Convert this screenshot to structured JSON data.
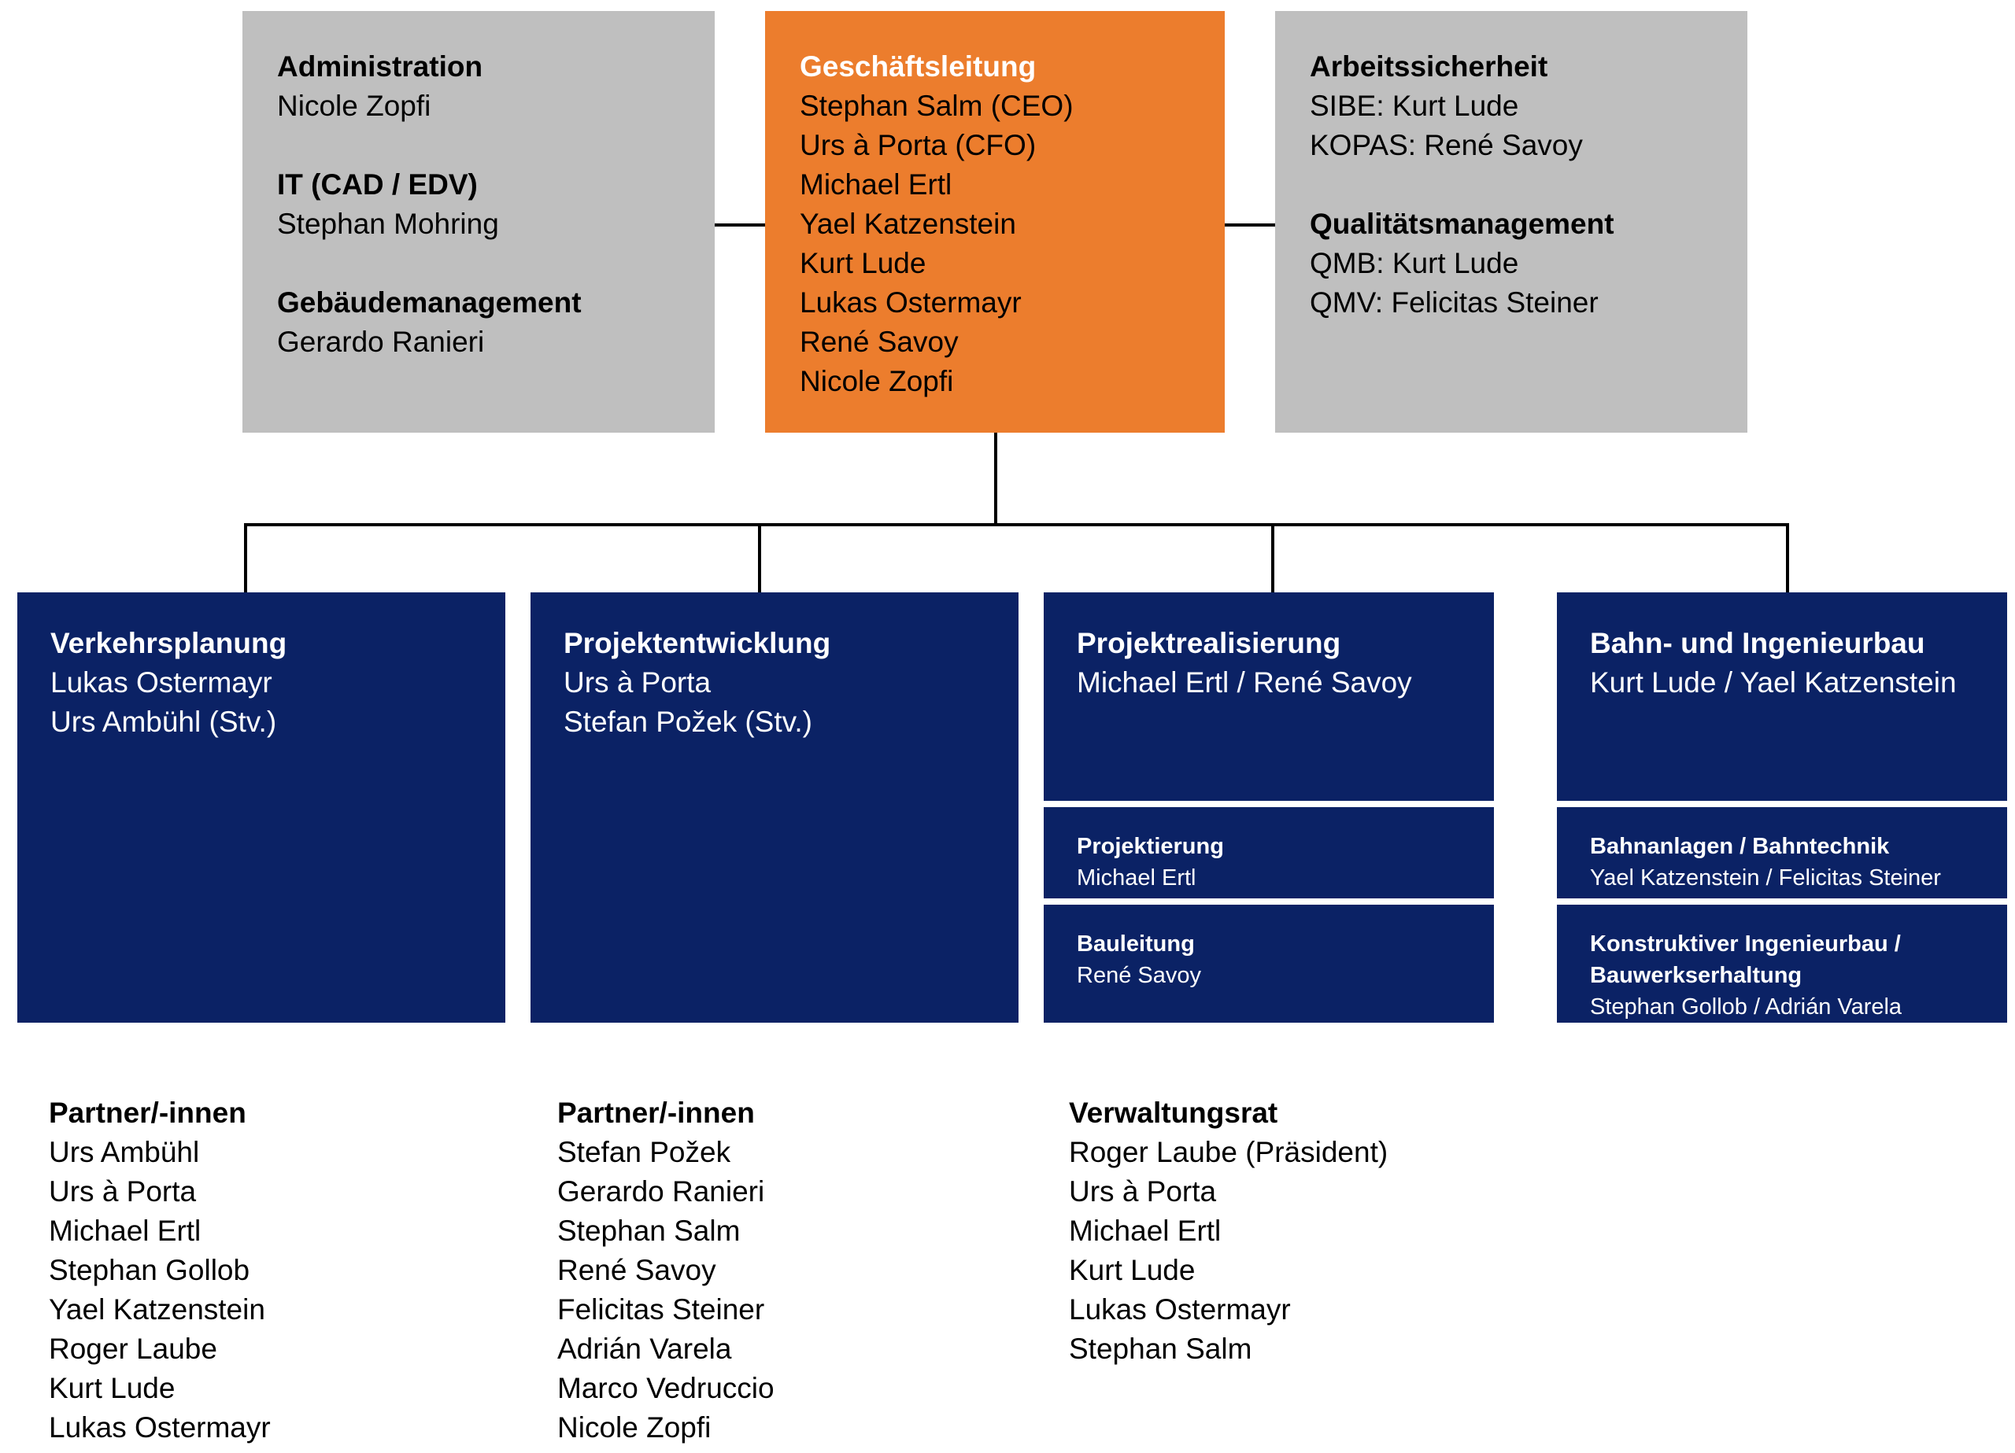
{
  "colors": {
    "gray": "#bfbfbf",
    "orange": "#ec7d2d",
    "blue": "#0b2265",
    "line": "#000000",
    "white": "#ffffff"
  },
  "top_row": {
    "left_box": {
      "groups": [
        {
          "title": "Administration",
          "members": [
            "Nicole Zopfi"
          ]
        },
        {
          "title": "IT (CAD / EDV)",
          "members": [
            "Stephan Mohring"
          ]
        },
        {
          "title": "Gebäudemanagement",
          "members": [
            "Gerardo Ranieri"
          ]
        }
      ]
    },
    "center_box": {
      "title": "Geschäftsleitung",
      "members": [
        "Stephan Salm (CEO)",
        "Urs à Porta (CFO)",
        "Michael Ertl",
        "Yael Katzenstein",
        "Kurt Lude",
        "Lukas Ostermayr",
        "René Savoy",
        "Nicole Zopfi"
      ]
    },
    "right_box": {
      "groups": [
        {
          "title": "Arbeitssicherheit",
          "members": [
            "SIBE: Kurt Lude",
            "KOPAS: René Savoy"
          ]
        },
        {
          "title": "Qualitätsmanagement",
          "members": [
            "QMB: Kurt Lude",
            "QMV: Felicitas Steiner"
          ]
        }
      ]
    }
  },
  "divisions": [
    {
      "title": "Verkehrsplanung",
      "members": [
        "Lukas Ostermayr",
        "Urs Ambühl (Stv.)"
      ],
      "subunits": []
    },
    {
      "title": "Projektentwicklung",
      "members": [
        "Urs à Porta",
        "Stefan Požek (Stv.)"
      ],
      "subunits": []
    },
    {
      "title": "Projektrealisierung",
      "members": [
        "Michael Ertl / René Savoy"
      ],
      "subunits": [
        {
          "title": "Projektierung",
          "members": [
            "Michael Ertl"
          ]
        },
        {
          "title": "Bauleitung",
          "members": [
            "René Savoy"
          ]
        }
      ]
    },
    {
      "title": "Bahn- und Ingenieurbau",
      "members": [
        "Kurt Lude / Yael Katzenstein"
      ],
      "subunits": [
        {
          "title": "Bahnanlagen / Bahntechnik",
          "members": [
            "Yael Katzenstein / Felicitas Steiner"
          ]
        },
        {
          "title": "Konstruktiver Ingenieurbau / Bauwerkserhaltung",
          "members": [
            "Stephan Gollob / Adrián Varela"
          ]
        }
      ]
    }
  ],
  "bottom_lists": [
    {
      "title": "Partner/-innen",
      "items": [
        "Urs Ambühl",
        "Urs à Porta",
        "Michael Ertl",
        "Stephan Gollob",
        "Yael Katzenstein",
        "Roger Laube",
        "Kurt Lude",
        "Lukas Ostermayr"
      ]
    },
    {
      "title": "Partner/-innen",
      "items": [
        "Stefan Požek",
        "Gerardo Ranieri",
        "Stephan Salm",
        "René Savoy",
        "Felicitas Steiner",
        "Adrián Varela",
        "Marco Vedruccio",
        "Nicole Zopfi"
      ]
    },
    {
      "title": "Verwaltungsrat",
      "items": [
        "Roger Laube (Präsident)",
        "Urs à Porta",
        "Michael Ertl",
        "Kurt Lude",
        "Lukas Ostermayr",
        "Stephan Salm"
      ]
    }
  ]
}
